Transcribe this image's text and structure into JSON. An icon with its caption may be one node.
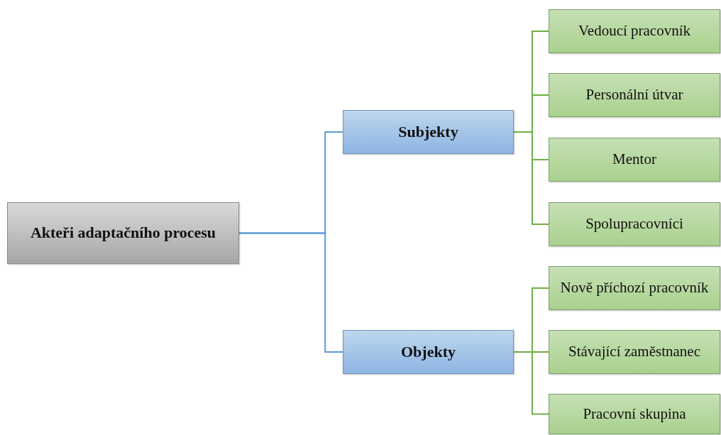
{
  "diagram": {
    "nodes": [
      {
        "text": [
          "Akteři adaptačního procesu"
        ]
      },
      {
        "text": [
          "Subjekty"
        ]
      },
      {
        "text": [
          "Objekty"
        ]
      },
      {
        "text": [
          "Vedoucí pracovník"
        ]
      },
      {
        "text": [
          "Personální útvar"
        ]
      },
      {
        "text": [
          "Mentor"
        ]
      },
      {
        "text": [
          "Spolupracovníci"
        ]
      },
      {
        "text": [
          "Nově příchozí pracovník"
        ]
      },
      {
        "text": [
          "Stávající zaměstnanec"
        ]
      },
      {
        "text": [
          "Pracovní skupina"
        ]
      }
    ],
    "edges": [
      {
        "from": 0,
        "to": 1,
        "arrow": "none",
        "color": "#5b9bd5"
      },
      {
        "from": 0,
        "to": 2,
        "arrow": "none",
        "color": "#5b9bd5"
      },
      {
        "from": 1,
        "to": 3,
        "arrow": "none"
      },
      {
        "from": 1,
        "to": 4,
        "arrow": "none"
      },
      {
        "from": 1,
        "to": 5,
        "arrow": "none"
      },
      {
        "from": 1,
        "to": 6,
        "arrow": "none"
      },
      {
        "from": 2,
        "to": 7,
        "arrow": "none"
      },
      {
        "from": 2,
        "to": 8,
        "arrow": "none"
      },
      {
        "from": 2,
        "to": 9,
        "arrow": "none"
      }
    ]
  }
}
